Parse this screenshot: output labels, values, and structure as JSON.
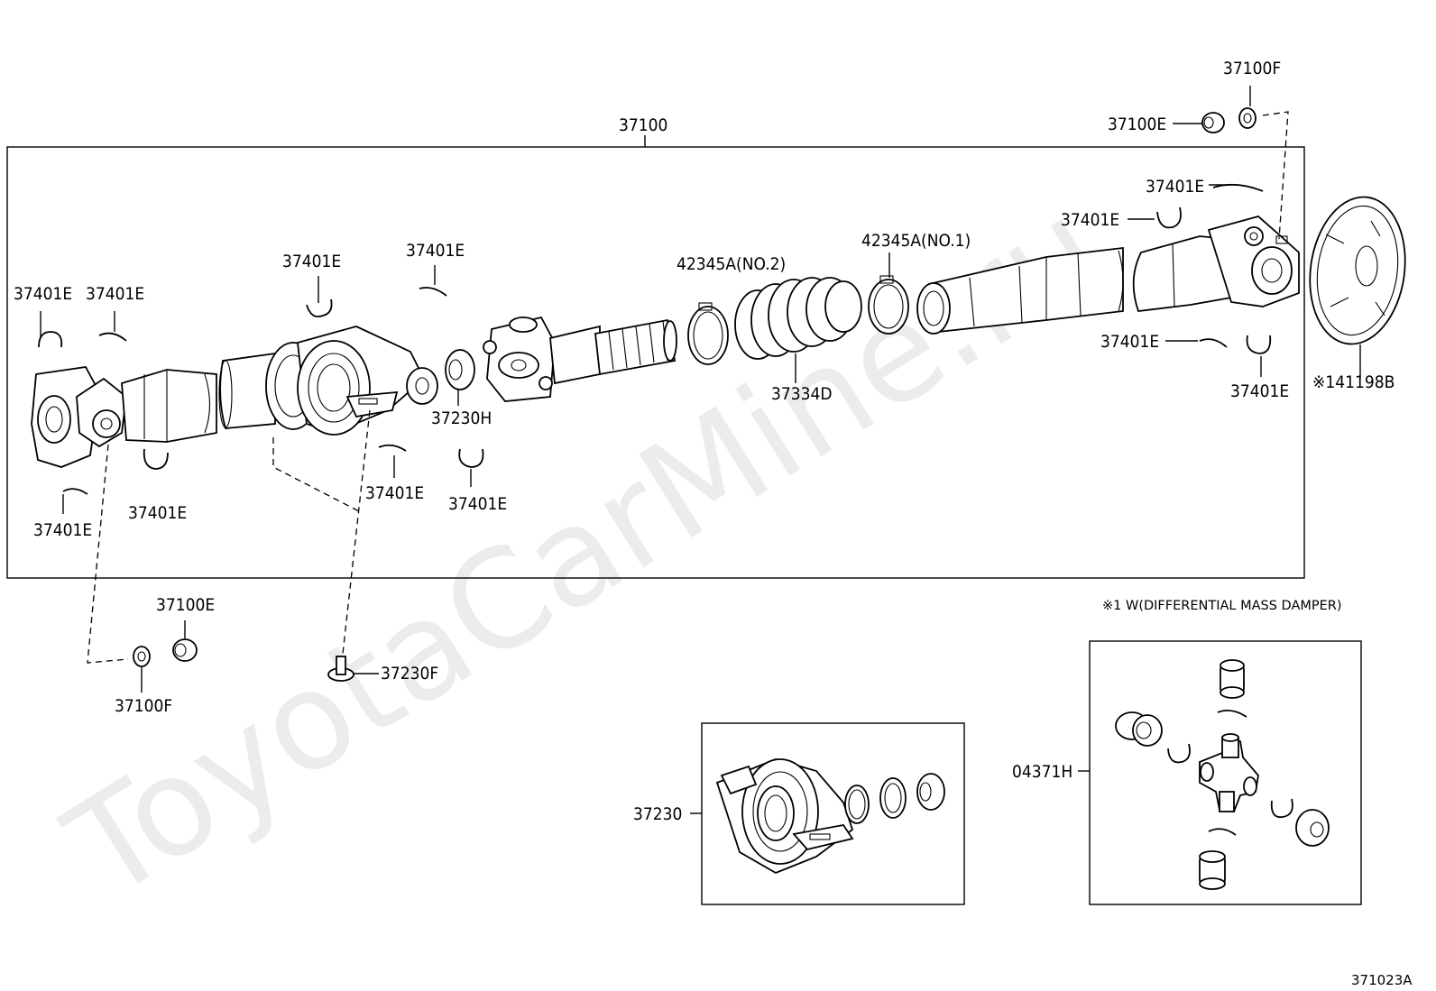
{
  "watermark": "ToyotaCarMine.ru",
  "assembly_label": "37100",
  "footnote": "※1 W(DIFFERENTIAL MASS DAMPER)",
  "drawing_code": "371023A",
  "labels": {
    "nut_top": "37100F",
    "washer_top": "37100E",
    "snapring_r1": "37401E",
    "snapring_r2": "37401E",
    "snapring_r3": "37401E",
    "snapring_r4": "37401E",
    "damper": "※141198B",
    "clamp_no1": "42345A(NO.1)",
    "clamp_no2": "42345A(NO.2)",
    "boot": "37334D",
    "snapring_m1": "37401E",
    "snapring_m2": "37401E",
    "snapring_m3": "37401E",
    "snapring_l1": "37401E",
    "snapring_l2": "37401E",
    "snapring_l3": "37401E",
    "snapring_l4": "37401E",
    "snapring_l5": "37401E",
    "bearing_washer": "37230H",
    "washer_bottom": "37100E",
    "nut_bottom": "37100F",
    "bolt": "37230F",
    "center_bearing": "37230",
    "spider_kit": "04371H"
  }
}
